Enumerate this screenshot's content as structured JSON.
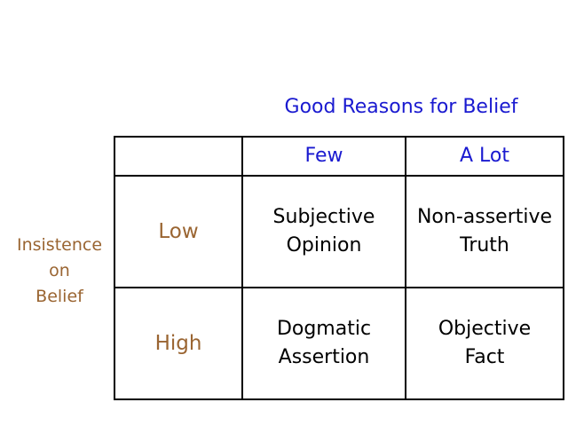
{
  "title": "Good Reasons for Belief",
  "side_label": [
    "Insistence",
    "on",
    "Belief"
  ],
  "columns": [
    "Few",
    "A Lot"
  ],
  "rows": [
    {
      "label": "Low",
      "cells": [
        [
          "Subjective",
          "Opinion"
        ],
        [
          "Non-assertive",
          "Truth"
        ]
      ]
    },
    {
      "label": "High",
      "cells": [
        [
          "Dogmatic",
          "Assertion"
        ],
        [
          "Objective",
          "Fact"
        ]
      ]
    }
  ],
  "colors": {
    "blue": "#1a1ad0",
    "brown": "#9a6532"
  }
}
